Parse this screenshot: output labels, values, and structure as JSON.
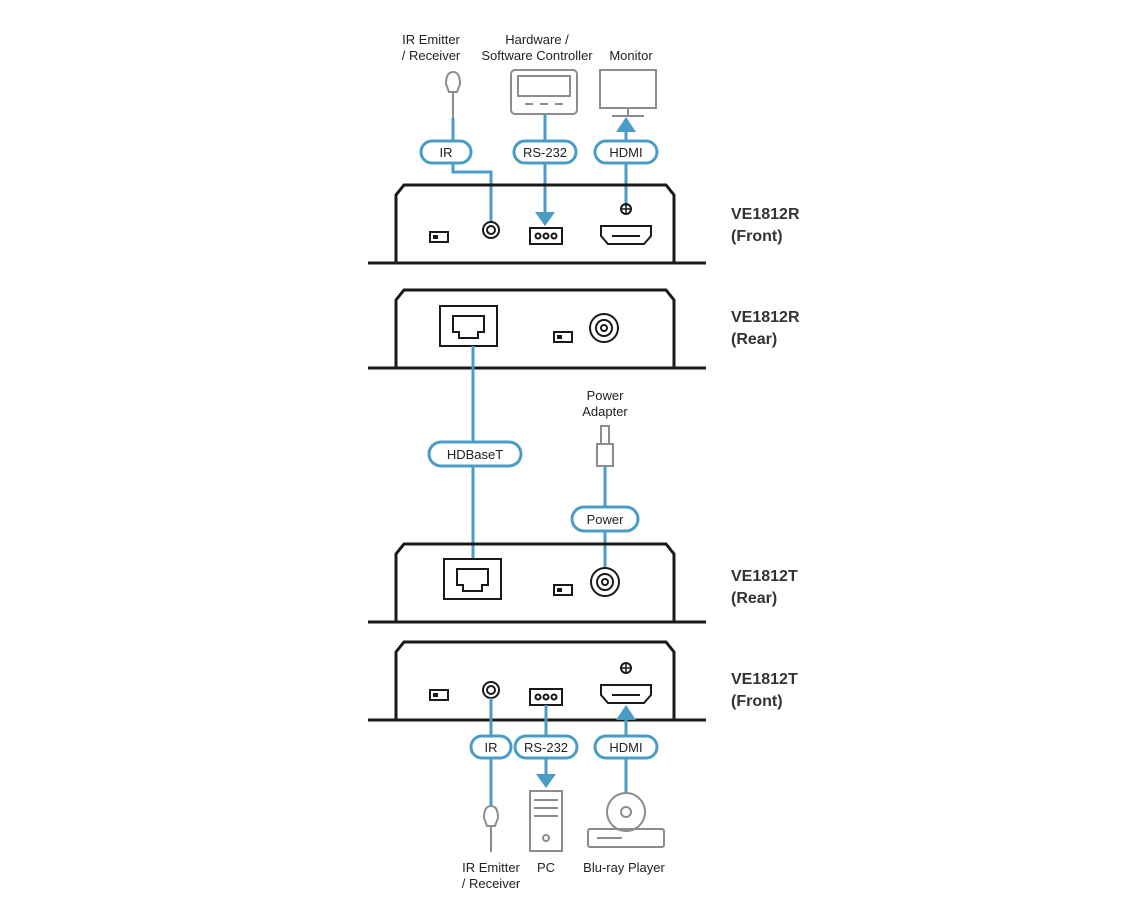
{
  "colors": {
    "cable": "#4a9cc6",
    "device_outline": "#1a1a1a",
    "peripheral": "#8c8c8c",
    "device_label": "#333333"
  },
  "devices": {
    "receiver_front": {
      "name": "VE1812R",
      "side": "(Front)"
    },
    "receiver_rear": {
      "name": "VE1812R",
      "side": "(Rear)"
    },
    "transmitter_rear": {
      "name": "VE1812T",
      "side": "(Rear)"
    },
    "transmitter_front": {
      "name": "VE1812T",
      "side": "(Front)"
    }
  },
  "cables": {
    "ir_top": "IR",
    "rs232_top": "RS-232",
    "hdmi_top": "HDMI",
    "hdbaset": "HDBaseT",
    "power": "Power",
    "ir_bottom": "IR",
    "rs232_bottom": "RS-232",
    "hdmi_bottom": "HDMI"
  },
  "peripherals": {
    "ir_top": {
      "line1": "IR Emitter",
      "line2": "/ Receiver",
      "icon": "ir-emitter-icon"
    },
    "controller": {
      "line1": "Hardware /",
      "line2": "Software Controller",
      "icon": "controller-icon"
    },
    "monitor": {
      "label": "Monitor",
      "icon": "monitor-icon"
    },
    "power_adapter": {
      "line1": "Power",
      "line2": "Adapter",
      "icon": "power-adapter-icon"
    },
    "ir_bottom": {
      "line1": "IR Emitter",
      "line2": "/ Receiver",
      "icon": "ir-emitter-icon"
    },
    "pc": {
      "label": "PC",
      "icon": "pc-tower-icon"
    },
    "bluray": {
      "label": "Blu-ray Player",
      "icon": "bluray-player-icon"
    }
  }
}
